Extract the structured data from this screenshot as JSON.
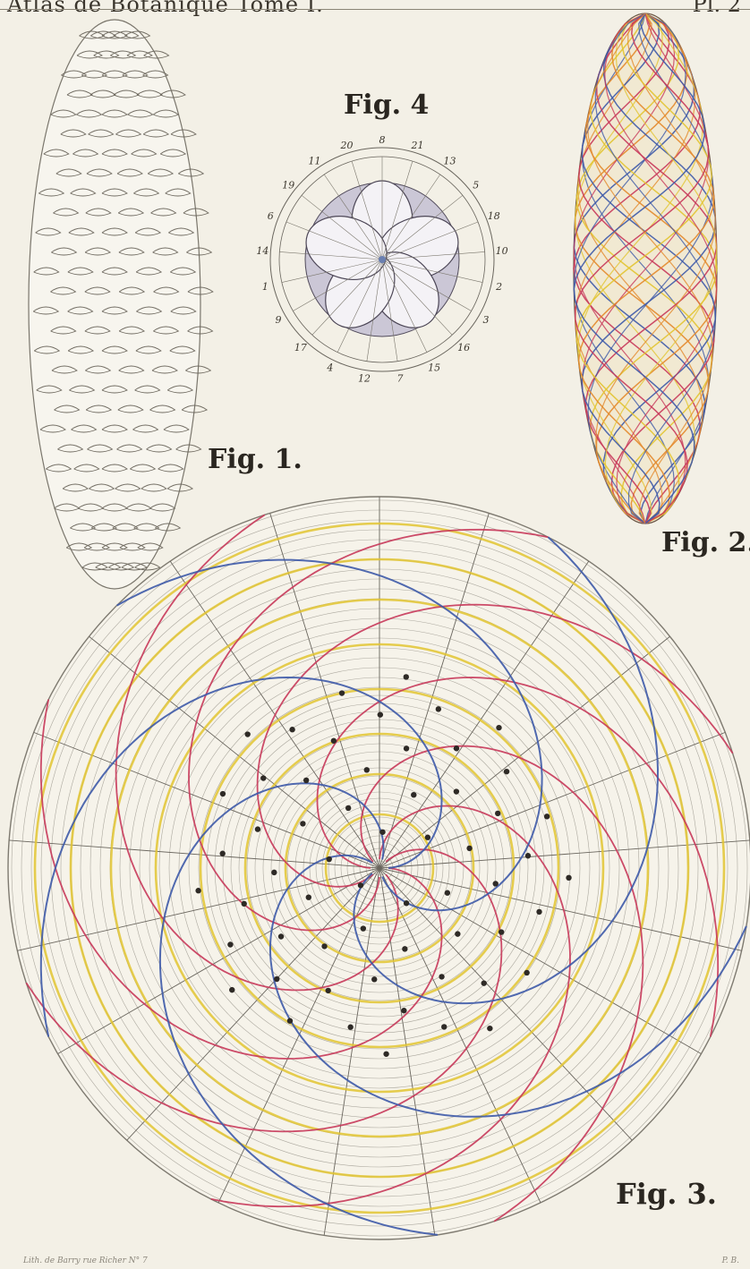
{
  "plate": {
    "header_left": "Atlas de Botanique Tome I.",
    "header_right": "Pl. 2",
    "footer_left": "Lith. de Barry rue Richer N° 7",
    "footer_right": "P. B."
  },
  "figures": [
    {
      "id": "fig1",
      "label": "Fig. 1."
    },
    {
      "id": "fig2",
      "label": "Fig. 2."
    },
    {
      "id": "fig3",
      "label": "Fig. 3."
    },
    {
      "id": "fig4",
      "label": "Fig. 4"
    }
  ],
  "fig4_numbers": [
    "8",
    "21",
    "13",
    "5",
    "18",
    "10",
    "2",
    "3",
    "16",
    "15",
    "7",
    "12",
    "4",
    "17",
    "9",
    "1",
    "14",
    "6",
    "19",
    "11",
    "20"
  ],
  "colors": {
    "paper": "#f3f0e6",
    "ink": "#2a2620",
    "blue_spiral": "#3e5aa8",
    "red_spiral": "#c8385a",
    "yellow_spiral": "#e2c431",
    "grid": "#9a968c"
  }
}
